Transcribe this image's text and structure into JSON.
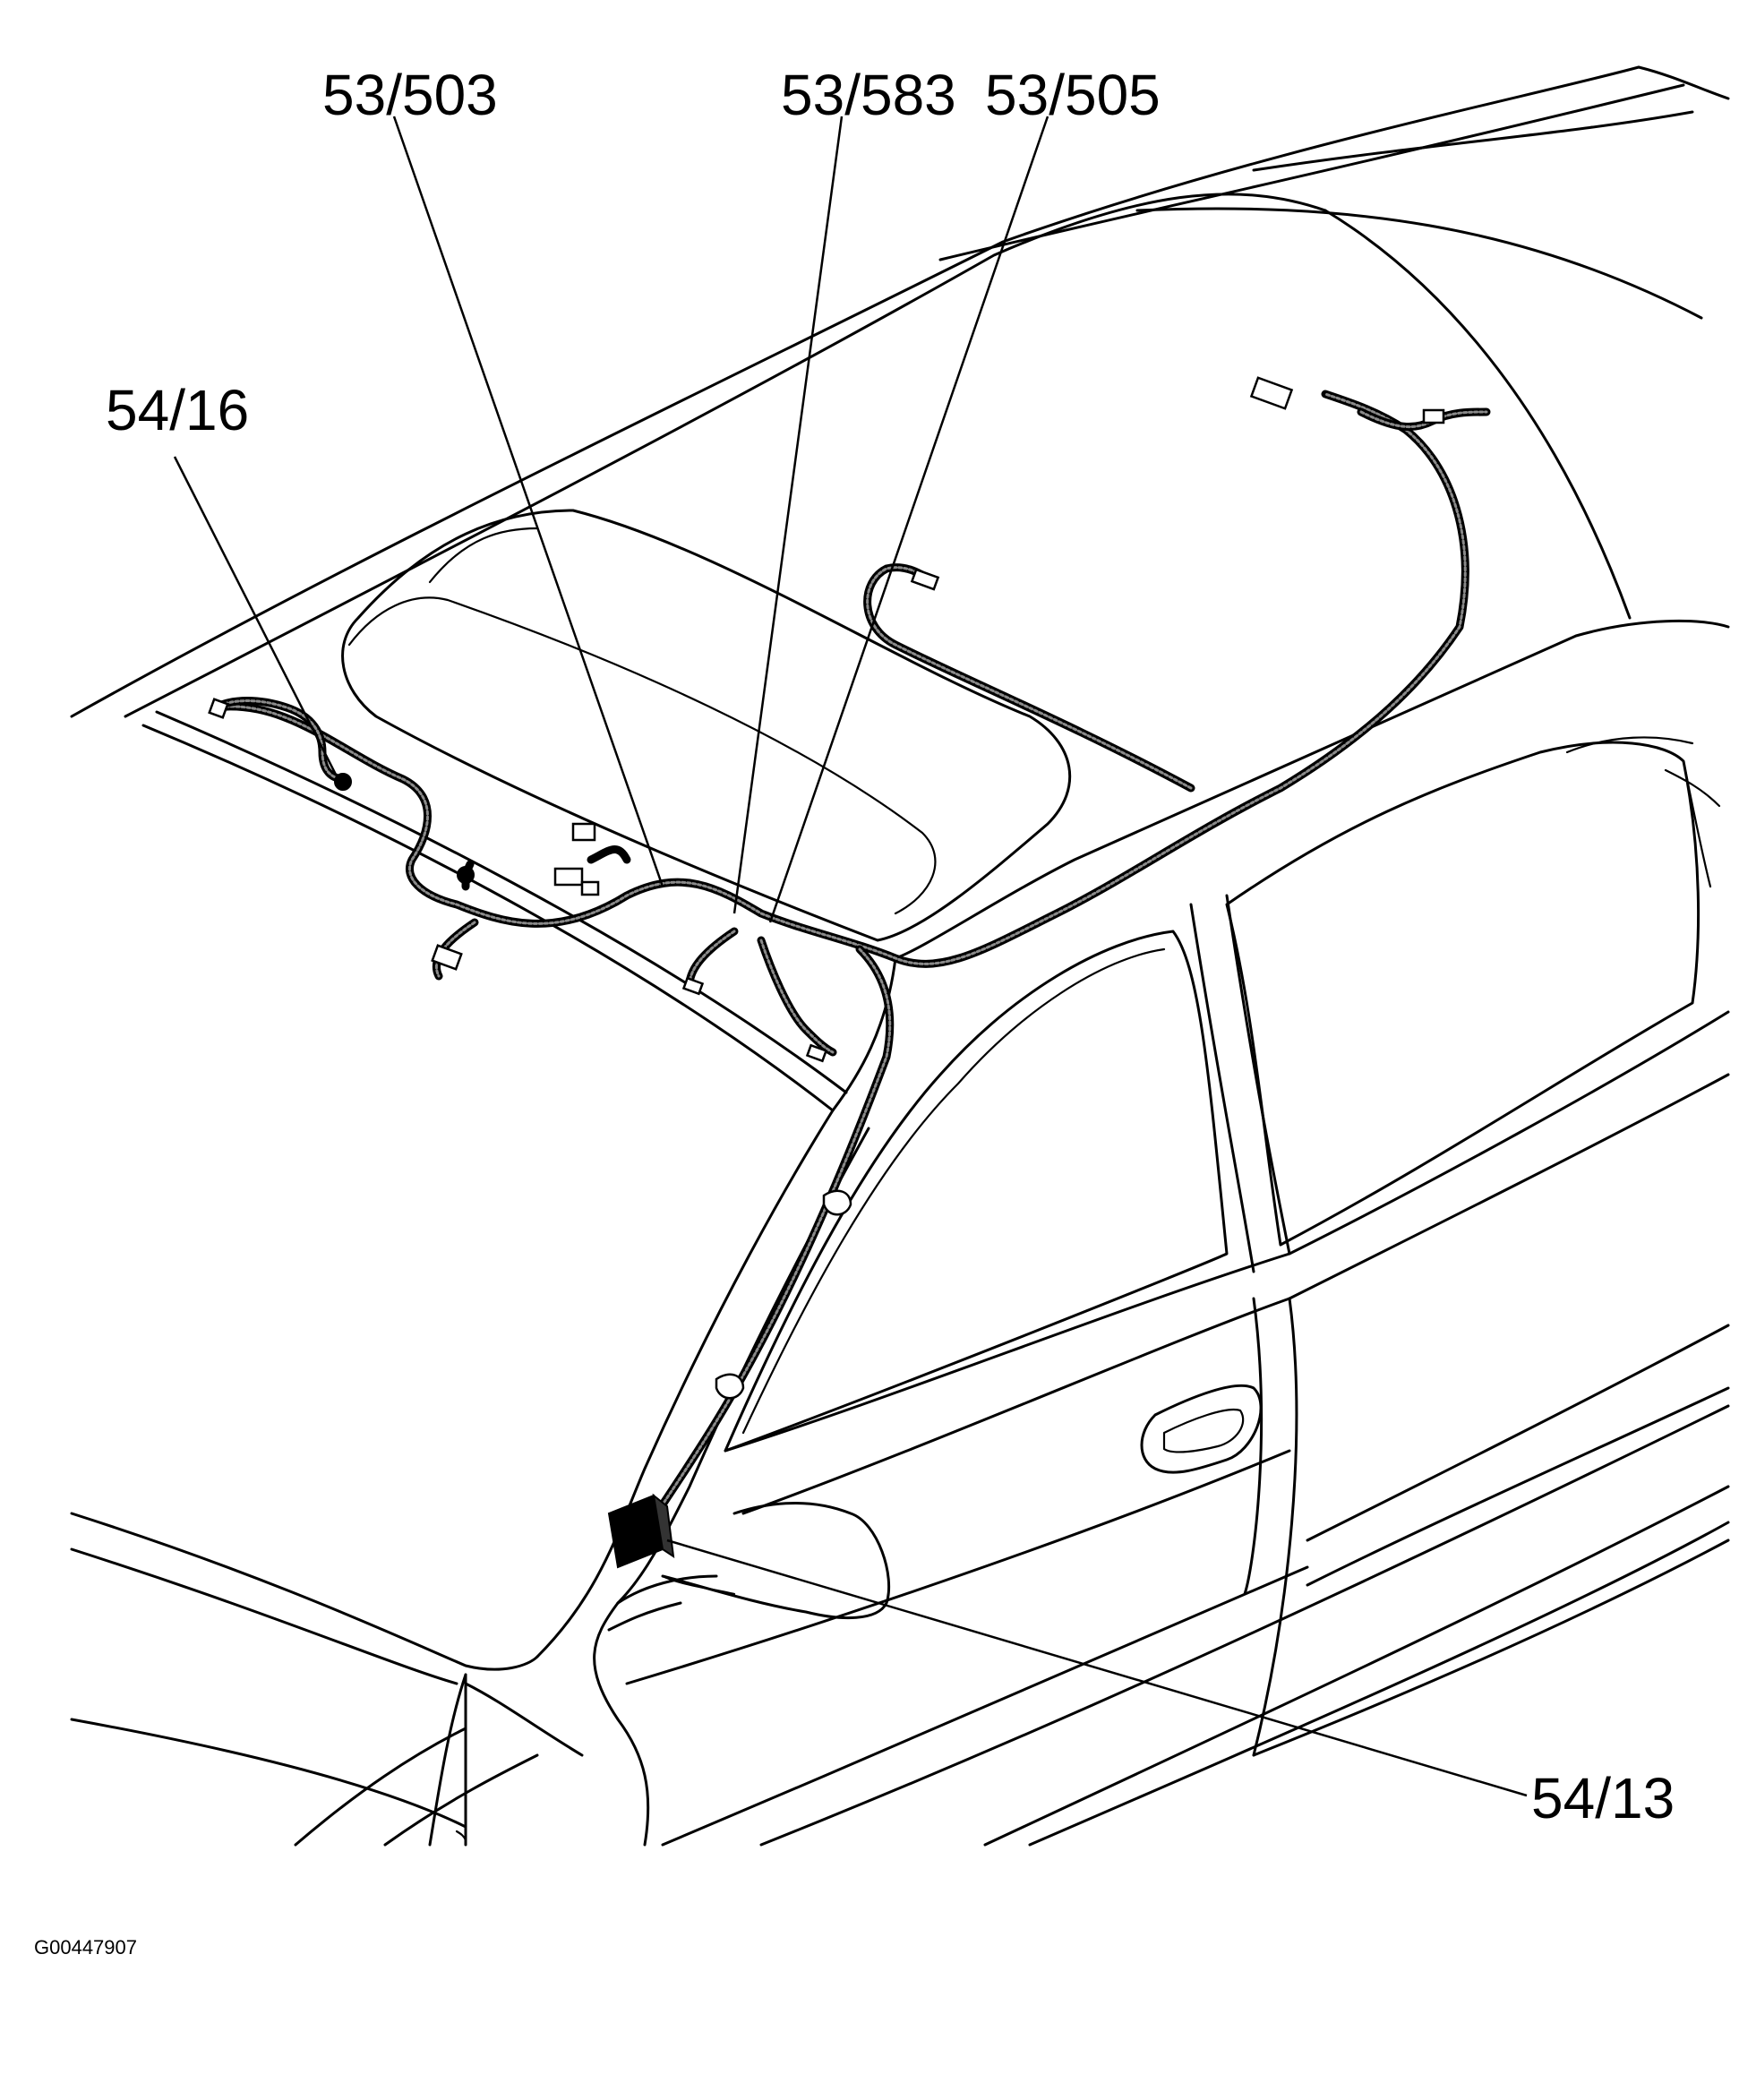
{
  "callouts": {
    "c_53_503": "53/503",
    "c_53_583": "53/583",
    "c_53_505": "53/505",
    "c_54_16": "54/16",
    "c_54_13": "54/13"
  },
  "figure_id": "G00447907",
  "colors": {
    "line": "#000000",
    "background": "#ffffff"
  }
}
